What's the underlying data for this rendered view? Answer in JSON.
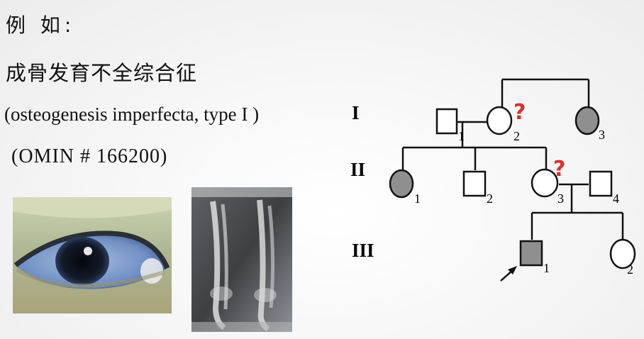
{
  "slide": {
    "example_heading": "例 如:",
    "disease_name": "成骨发育不全综合征",
    "english_name": "(osteogenesis imperfecta, type I )",
    "omim": "(OMIN # 166200)"
  },
  "pedigree": {
    "generations": [
      "I",
      "II",
      "III"
    ],
    "uncertain_mark": "?",
    "individuals": {
      "I-1": {
        "number": "1",
        "sex": "male",
        "affected": false
      },
      "I-2": {
        "number": "2",
        "sex": "female",
        "affected": false,
        "uncertain": true
      },
      "I-3": {
        "number": "3",
        "sex": "female",
        "affected": true
      },
      "II-1": {
        "number": "1",
        "sex": "female",
        "affected": true
      },
      "II-2": {
        "number": "2",
        "sex": "male",
        "affected": false
      },
      "II-3": {
        "number": "3",
        "sex": "female",
        "affected": false,
        "uncertain": true
      },
      "II-4": {
        "number": "4",
        "sex": "male",
        "affected": false
      },
      "III-1": {
        "number": "1",
        "sex": "male",
        "affected": true,
        "proband": true
      },
      "III-2": {
        "number": "2",
        "sex": "female",
        "affected": false
      }
    },
    "colors": {
      "affected_fill": "#8f8f8f",
      "question_mark": "#d9302b",
      "line": "#111111"
    }
  }
}
